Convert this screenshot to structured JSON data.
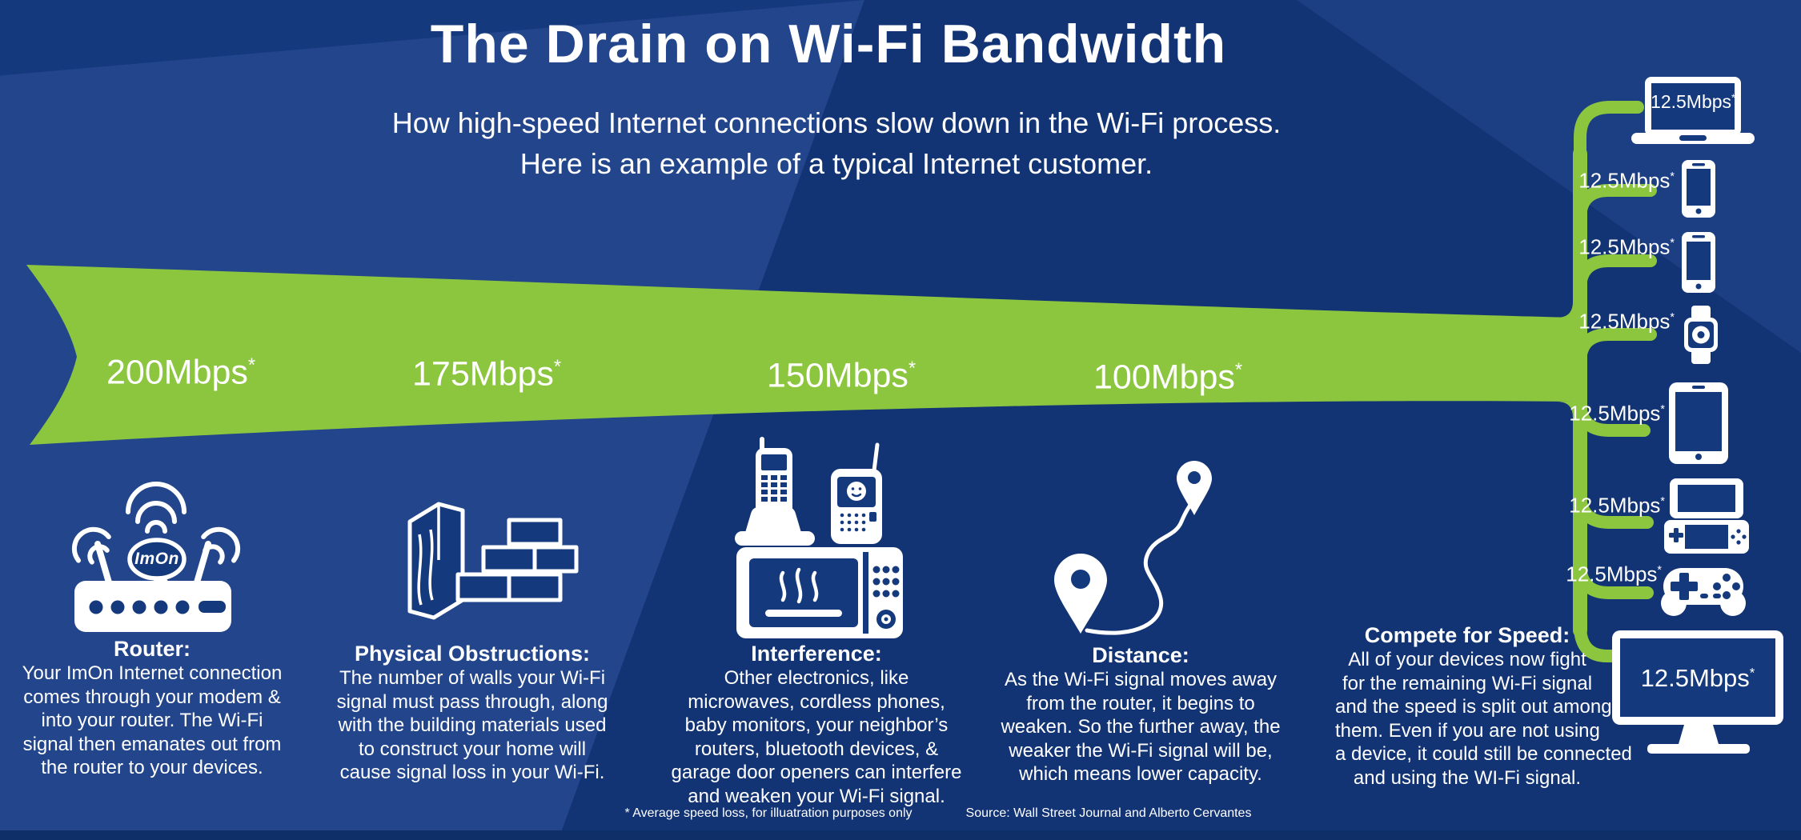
{
  "header": {
    "title": "The Drain on Wi-Fi Bandwidth",
    "subtitle": "How high-speed Internet connections slow down in the Wi-Fi process.\nHere is an example of a typical Internet customer."
  },
  "colors": {
    "background_blue": "#15397D",
    "flow_green": "#8CC63F",
    "text_white": "#FFFFFF"
  },
  "funnel": {
    "stages": [
      {
        "label": "200Mbps",
        "note": "*"
      },
      {
        "label": "175Mbps",
        "note": "*"
      },
      {
        "label": "150Mbps",
        "note": "*"
      },
      {
        "label": "100Mbps",
        "note": "*"
      }
    ]
  },
  "devices": [
    {
      "name": "laptop",
      "label": "12.5Mbps",
      "note": "*"
    },
    {
      "name": "smartphone",
      "label": "12.5Mbps",
      "note": "*"
    },
    {
      "name": "smartphone",
      "label": "12.5Mbps",
      "note": "*"
    },
    {
      "name": "smartwatch",
      "label": "12.5Mbps",
      "note": "*"
    },
    {
      "name": "tablet",
      "label": "12.5Mbps",
      "note": "*"
    },
    {
      "name": "handheld-game-console",
      "label": "12.5Mbps",
      "note": "*"
    },
    {
      "name": "game-controller",
      "label": "12.5Mbps",
      "note": "*"
    },
    {
      "name": "smart-tv",
      "label": "12.5Mbps",
      "note": "*"
    }
  ],
  "router": {
    "logo": "ImOn"
  },
  "sections": [
    {
      "heading": "Router:",
      "body": "Your ImOn Internet connection\ncomes through your modem &\ninto your router. The Wi-Fi\nsignal then emanates out from\nthe router to your devices."
    },
    {
      "heading": "Physical Obstructions:",
      "body": "The number of walls your Wi-Fi\nsignal must pass through, along\nwith the building materials used\nto construct your home will\ncause signal loss in your Wi-Fi."
    },
    {
      "heading": "Interference:",
      "body": "Other electronics, like\nmicrowaves, cordless phones,\nbaby monitors, your neighbor’s\nrouters, bluetooth devices, &\ngarage door openers can interfere\nand weaken your Wi-Fi signal."
    },
    {
      "heading": "Distance:",
      "body": "As the Wi-Fi signal moves away\nfrom the router, it begins to\nweaken. So the further away, the\nweaker the Wi-Fi signal will be,\nwhich means lower capacity."
    },
    {
      "heading": "Compete for Speed:",
      "body": "All of your devices now fight\nfor the remaining Wi-Fi signal\nand the speed is split out among\nthem. Even if you are not using\na device, it could still be connected\nand using the WI-Fi signal."
    }
  ],
  "footer": {
    "note": "* Average speed loss, for illuatration purposes only",
    "source": "Source: Wall Street Journal and Alberto Cervantes"
  }
}
